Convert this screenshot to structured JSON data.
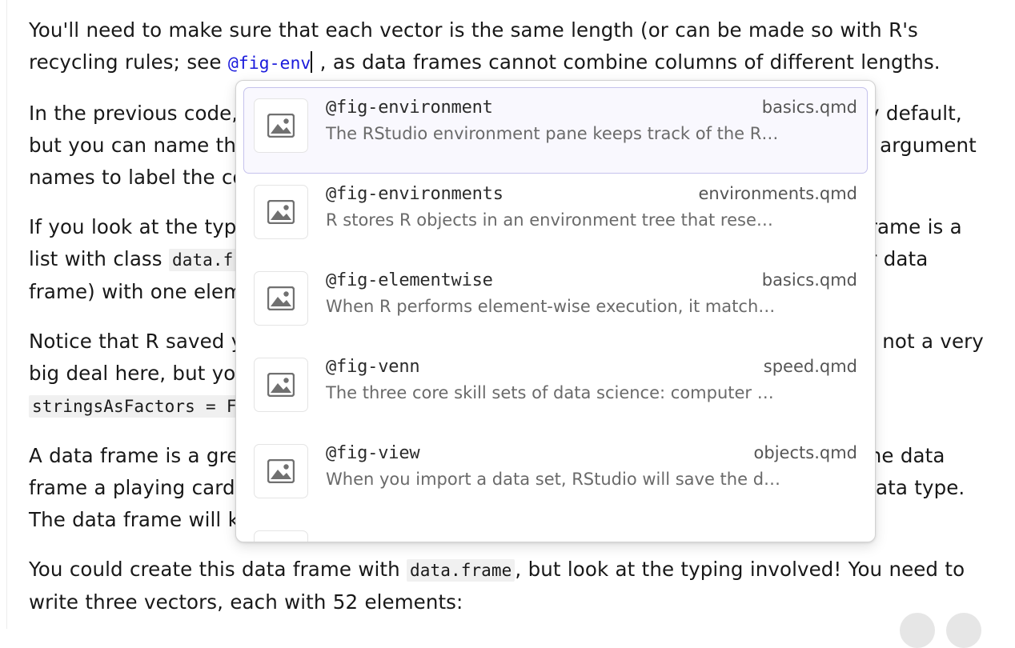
{
  "document": {
    "paragraphs": [
      {
        "id": "p1",
        "segments": [
          {
            "type": "text",
            "value": "You'll need to make sure that each vector is the same length (or can be made so with R's recycling rules; see "
          },
          {
            "type": "xref",
            "value": "@fig-env"
          },
          {
            "type": "caret",
            "value": ""
          },
          {
            "type": "text",
            "value": " , as data frames cannot combine columns of different lengths."
          }
        ]
      },
      {
        "id": "p2",
        "segments": [
          {
            "type": "text",
            "value": "In the previous code, R assumed that each vector was a column of the data frame by default, but you can name the arguments to set the column names. The data frame uses the argument names to label the columns, and it treats each value as a column of the data frame."
          }
        ]
      },
      {
        "id": "p3",
        "segments": [
          {
            "type": "text",
            "value": "If you look at the type of a data frame, you'll see that it is a list. In fact, every data frame is a list with class "
          },
          {
            "type": "code",
            "value": "data.frame"
          },
          {
            "type": "text",
            "value": ". The columns of a data frame are held together by a list (or data frame) with one element per column."
          }
        ]
      },
      {
        "id": "p4",
        "segments": [
          {
            "type": "text",
            "value": "Notice that R saved your character string as a factor, and not a character string! It is not a very big deal here, but you can prevent this behaviour by adding the argument "
          },
          {
            "type": "code",
            "value": "stringsAsFactors = FALSE"
          },
          {
            "type": "text",
            "value": " to your call."
          }
        ]
      },
      {
        "id": "p5",
        "segments": [
          {
            "type": "text",
            "value": "A data frame is a great way to store a deck of cards. You can make each column in the data frame a playing card attribute, and each row a single card with its own appropriate data type. The data frame will keep the values organized."
          }
        ]
      },
      {
        "id": "p6",
        "segments": [
          {
            "type": "text",
            "value": "You could create this data frame with "
          },
          {
            "type": "code",
            "value": "data.frame"
          },
          {
            "type": "text",
            "value": ", but look at the typing involved! You need to write three vectors, each with 52 elements:"
          }
        ]
      }
    ]
  },
  "autocomplete": {
    "icon_name": "image-thumbnail-icon",
    "items": [
      {
        "id": "@fig-environment",
        "file": "basics.qmd",
        "description": "The RStudio environment pane keeps track of the R…",
        "selected": true
      },
      {
        "id": "@fig-environments",
        "file": "environments.qmd",
        "description": "R stores R objects in an environment tree that rese…",
        "selected": false
      },
      {
        "id": "@fig-elementwise",
        "file": "basics.qmd",
        "description": "When R performs element-wise execution, it match…",
        "selected": false
      },
      {
        "id": "@fig-venn",
        "file": "speed.qmd",
        "description": "The three core skill sets of data science: computer …",
        "selected": false
      },
      {
        "id": "@fig-view",
        "file": "objects.qmd",
        "description": "When you import a data set, RStudio will save the d…",
        "selected": false
      },
      {
        "id": "",
        "file": "",
        "description": "",
        "selected": false
      }
    ]
  },
  "floating_buttons": [
    {
      "name": "fab-left",
      "label": ""
    },
    {
      "name": "fab-right",
      "label": ""
    }
  ],
  "colors": {
    "xref_token": "#1b1bdc",
    "selected_background": "#f9f8fe",
    "selected_border": "#c5c2ec",
    "inline_code_background": "#f0f0f0"
  }
}
